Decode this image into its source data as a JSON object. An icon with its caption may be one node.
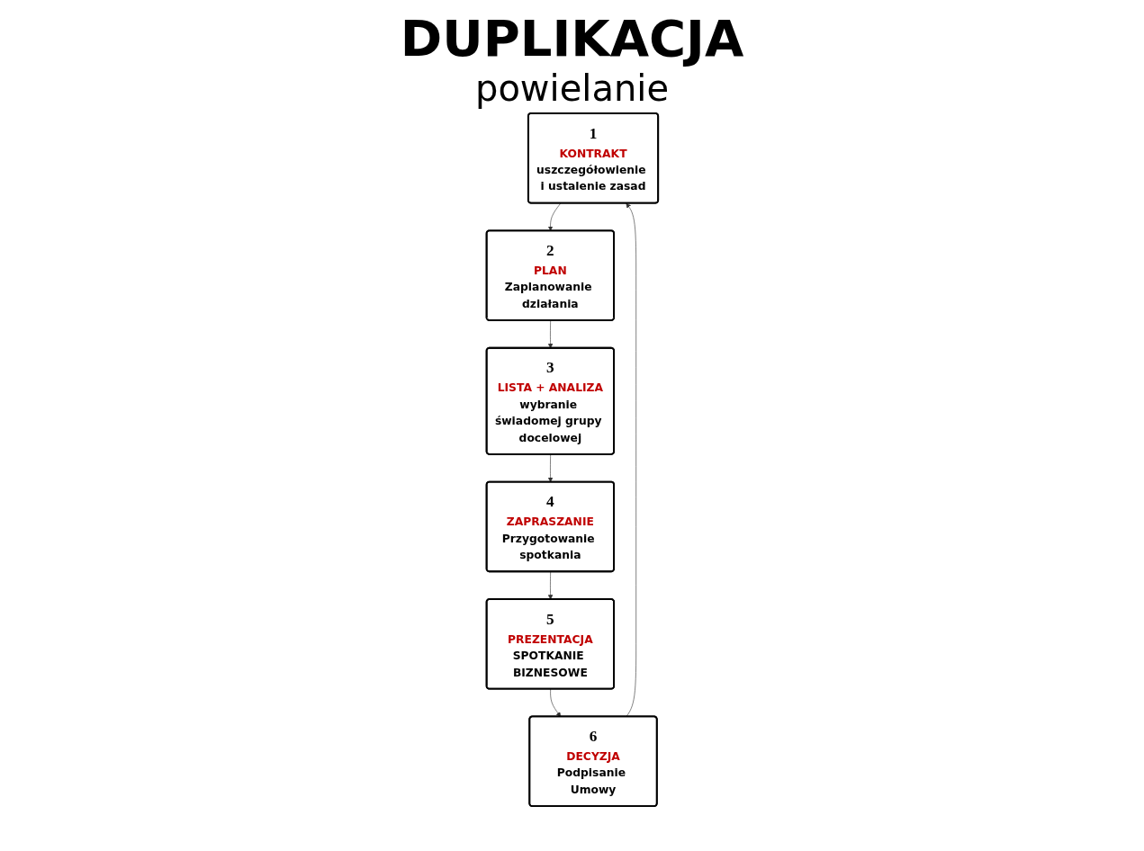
{
  "diagram": {
    "title": "DUPLIKACJA",
    "nodes": [
      {
        "text": [
          "1",
          "KONTRAKT",
          "uszczegółowienie i ustalenie zasad"
        ]
      },
      {
        "text": [
          "2",
          "PLAN",
          "Zaplanowanie działania"
        ]
      },
      {
        "text": [
          "3",
          "LISTA + ANALIZA",
          "wybranie świadomej grupy docelowej"
        ]
      },
      {
        "text": [
          "4",
          "ZAPRASZANIE",
          "Przygotowanie spotkania"
        ]
      },
      {
        "text": [
          "5",
          "PREZENTACJA",
          "SPOTKANIE BIZNESOWE"
        ]
      },
      {
        "text": [
          "6",
          "DECYZJA",
          "Podpisanie Umowy"
        ]
      }
    ],
    "edges": [
      {
        "from": 0,
        "to": 1,
        "arrow": "to"
      },
      {
        "from": 1,
        "to": 2,
        "arrow": "to"
      },
      {
        "from": 2,
        "to": 3,
        "arrow": "to"
      },
      {
        "from": 3,
        "to": 4,
        "arrow": "to"
      },
      {
        "from": 4,
        "to": 5,
        "arrow": "to"
      },
      {
        "from": 5,
        "to": 0,
        "arrow": "to"
      }
    ],
    "labels": [
      "powielanie"
    ]
  }
}
